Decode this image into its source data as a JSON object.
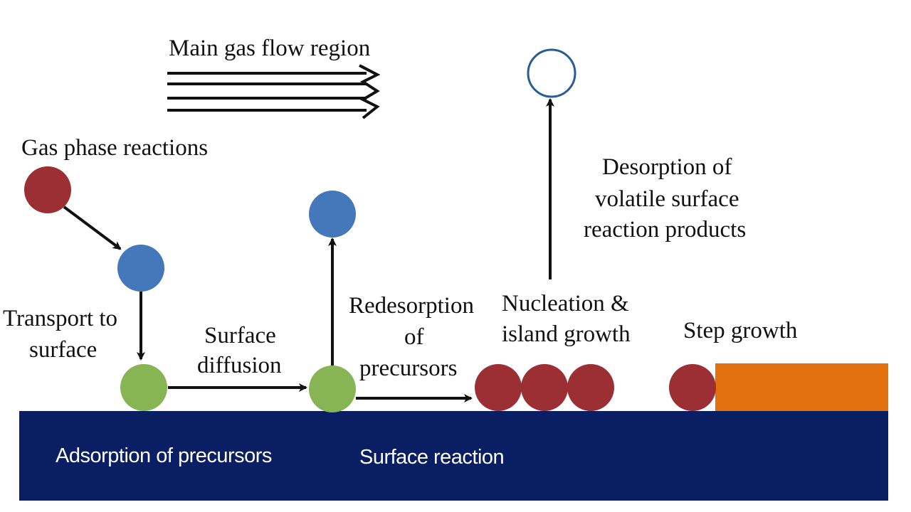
{
  "labels": {
    "main_gas_flow": "Main gas flow region",
    "gas_phase_reactions": "Gas phase reactions",
    "transport_line1": "Transport to",
    "transport_line2": "surface",
    "surface_diffusion_line1": "Surface",
    "surface_diffusion_line2": "diffusion",
    "redesorption_line1": "Redesorption",
    "redesorption_line2": "of",
    "redesorption_line3": "precursors",
    "nucleation_line1": "Nucleation &",
    "nucleation_line2": "island growth",
    "step_growth": "Step growth",
    "desorption_line1": "Desorption of",
    "desorption_line2": "volatile surface",
    "desorption_line3": "reaction products",
    "adsorption": "Adsorption of precursors",
    "surface_reaction": "Surface reaction"
  },
  "colors": {
    "substrate": "#0a1f63",
    "gas_molecule": "#9b2f33",
    "transport_molecule": "#4577bb",
    "adsorbed_molecule": "#88b553",
    "film_step": "#e2700f",
    "product_outline": "#2c5d92",
    "arrow": "#111111"
  }
}
